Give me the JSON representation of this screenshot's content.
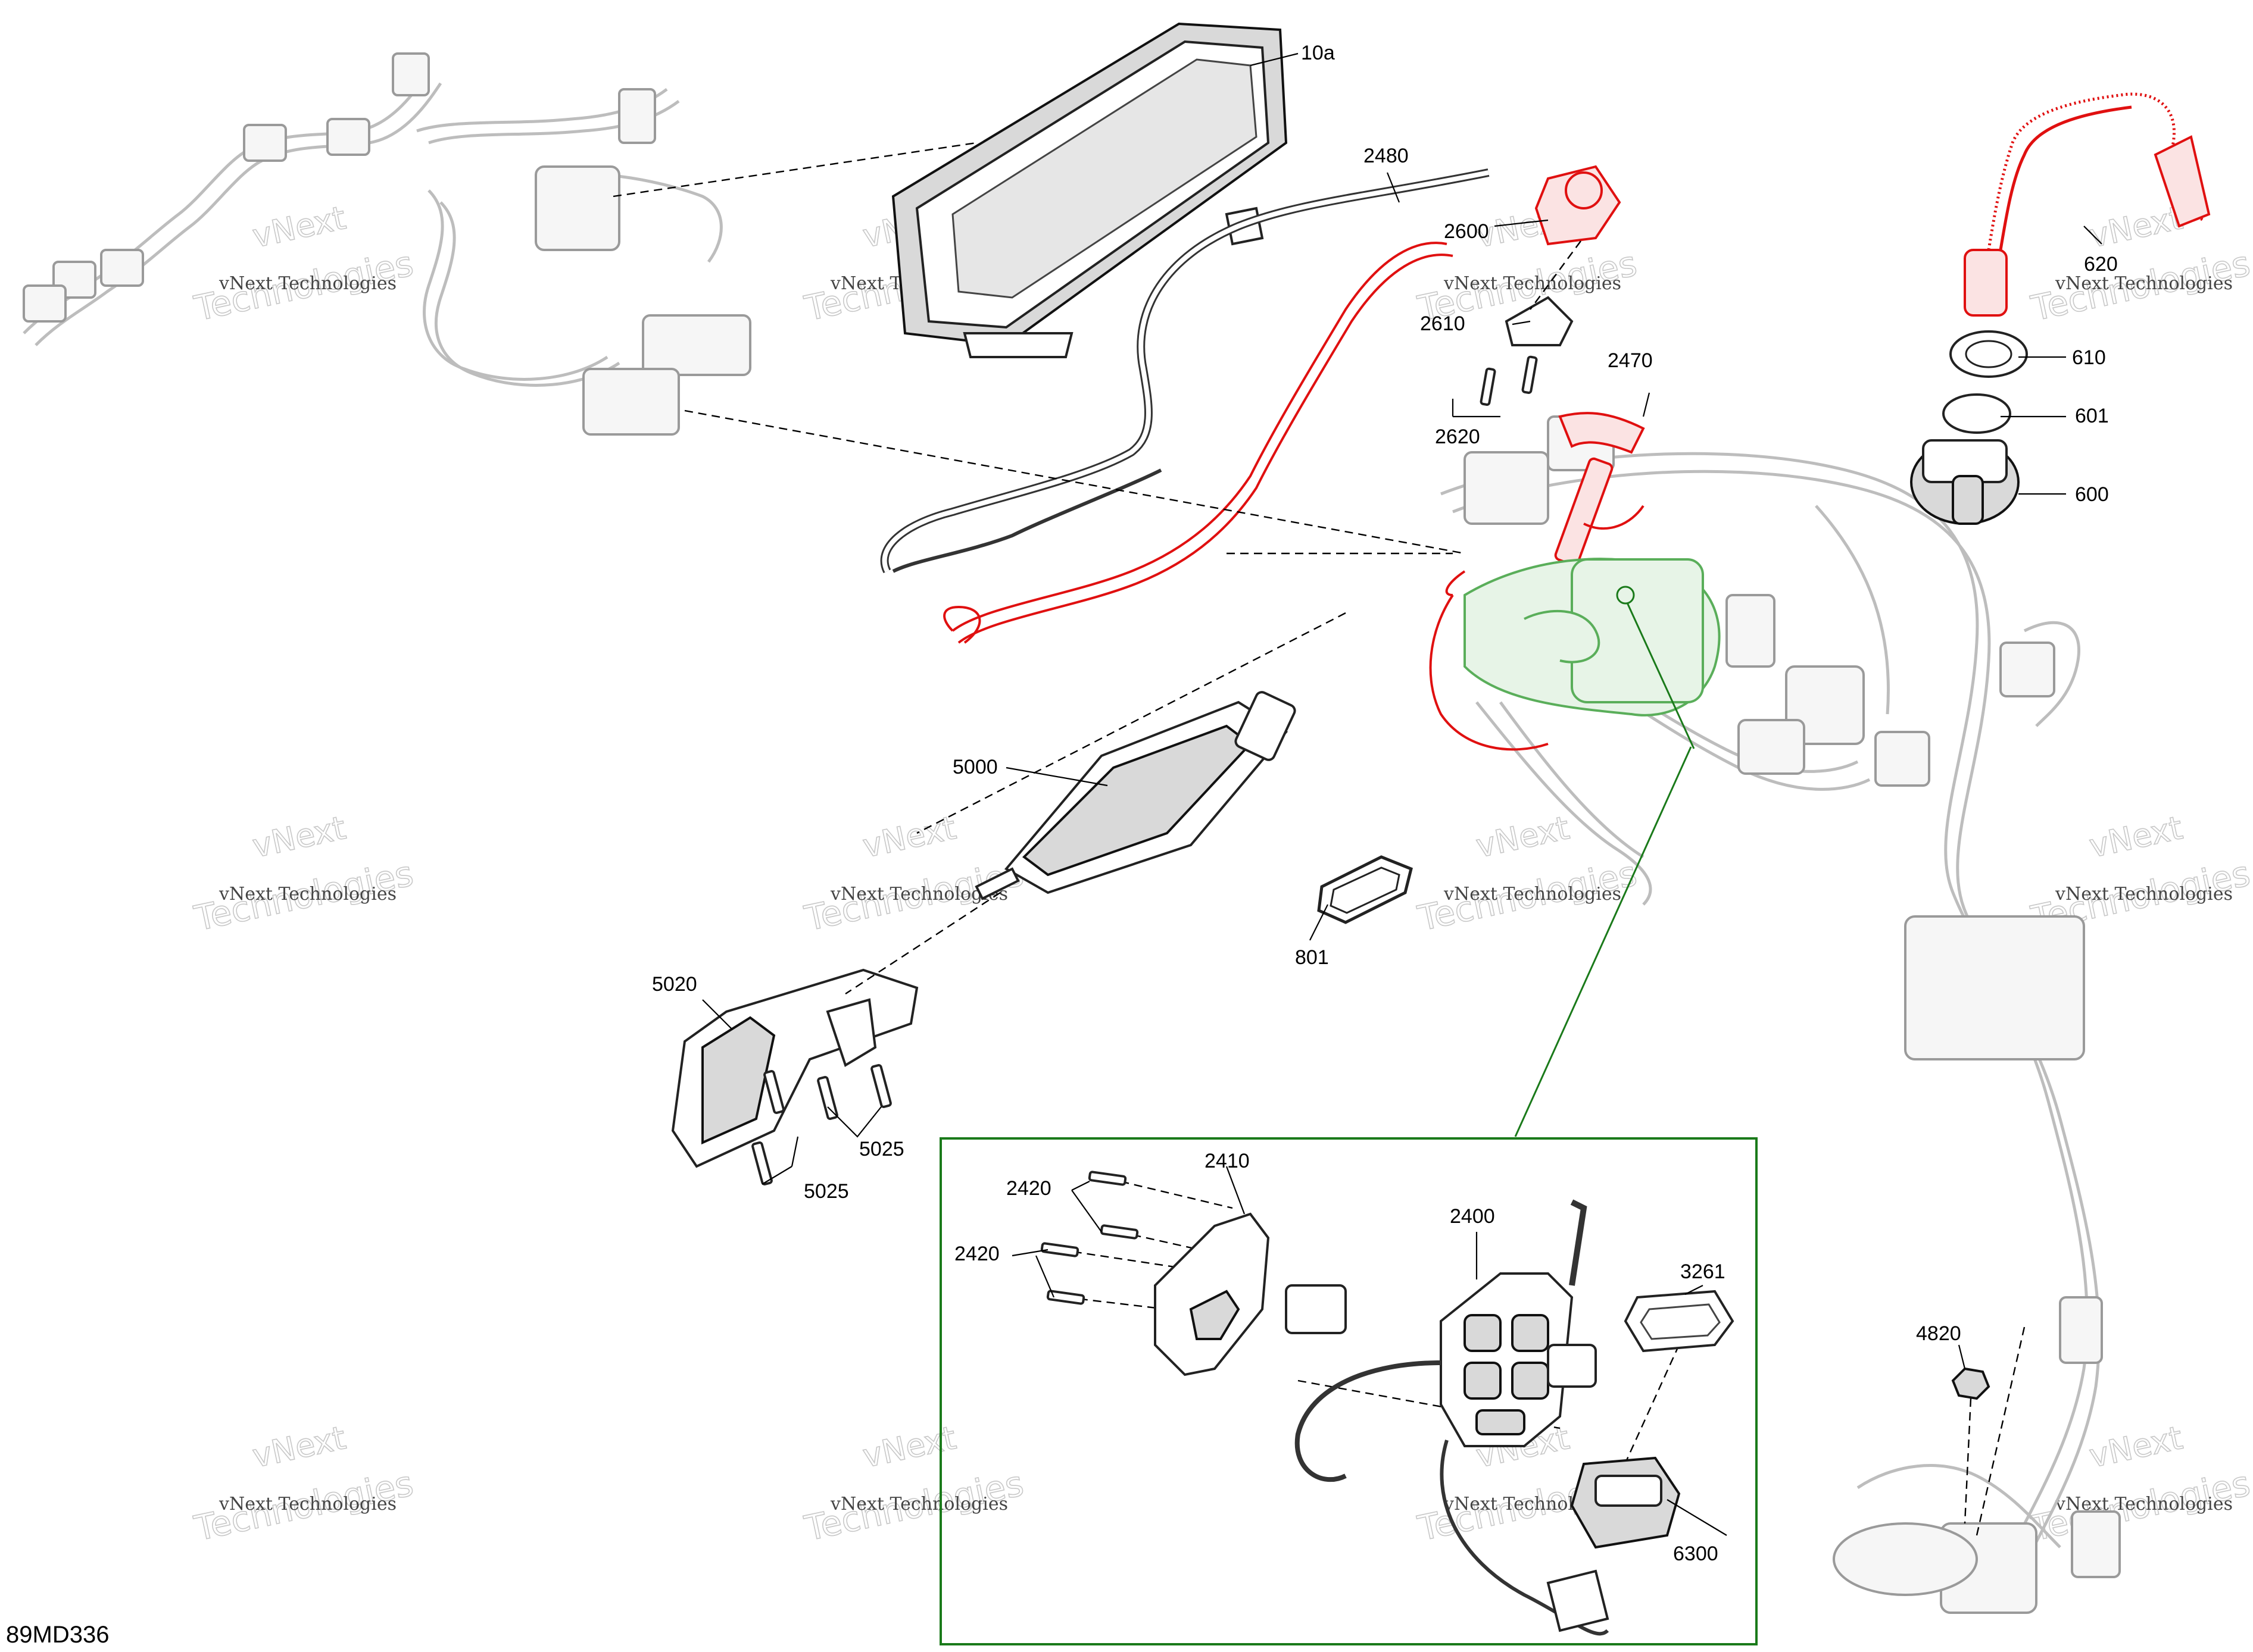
{
  "diagram_code": "89MD336",
  "watermark": {
    "line1": "vNext Technologies",
    "line2": "Technologies",
    "vnext": "vNext"
  },
  "callouts": {
    "c10a": "10a",
    "c2480": "2480",
    "c2600": "2600",
    "c2610": "2610",
    "c2620": "2620",
    "c2470": "2470",
    "c620": "620",
    "c610": "610",
    "c601": "601",
    "c600": "600",
    "c5000": "5000",
    "c801": "801",
    "c5020": "5020",
    "c5025a": "5025",
    "c5025b": "5025",
    "c2410": "2410",
    "c2420a": "2420",
    "c2420b": "2420",
    "c2400": "2400",
    "c3261": "3261",
    "c6300": "6300",
    "c4820": "4820"
  },
  "colors": {
    "highlight_red": "#e01010",
    "highlight_green": "#5aae5a",
    "inset_frame": "#1a7a1a"
  }
}
